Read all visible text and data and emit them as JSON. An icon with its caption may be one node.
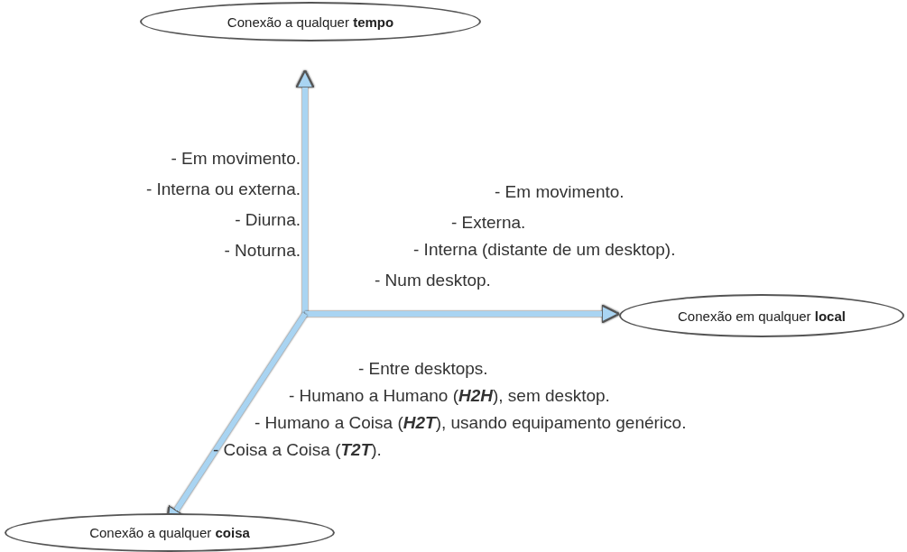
{
  "diagram": {
    "nodes": [
      {
        "text": [
          "Conexão a qualquer **tempo**"
        ]
      },
      {
        "text": [
          "Conexão em qualquer **local**"
        ]
      },
      {
        "text": [
          "Conexão a qualquer **coisa**"
        ]
      }
    ],
    "edges": [
      {
        "from": null,
        "to": 0,
        "arrow": "to"
      },
      {
        "from": null,
        "to": 1,
        "arrow": "to"
      },
      {
        "from": null,
        "to": 2,
        "arrow": "to"
      }
    ],
    "labels": [
      "-  Em movimento.",
      "-  Interna ou externa.",
      "-  Diurna.",
      "-  Noturna.",
      "- Em movimento.",
      "- Externa.",
      "- Interna (distante de um desktop).",
      "- Num desktop.",
      "- Entre desktops.",
      "- Humano a Humano (**H2H**), sem desktop.",
      "- Humano a Coisa (**H2T**), usando equipamento genérico.",
      "- Coisa a Coisa (**T2T**)."
    ]
  }
}
